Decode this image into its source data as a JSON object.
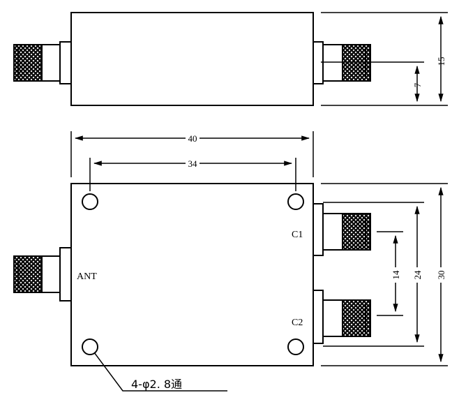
{
  "top_view": {
    "dimensions": {
      "height": "15",
      "port_offset": "7"
    }
  },
  "front_view": {
    "dimensions": {
      "width": "40",
      "hole_pitch_x": "34",
      "height": "30",
      "port_pitch_outer": "24",
      "port_pitch_inner": "14"
    },
    "labels": {
      "input_port": "ANT",
      "port_c1": "C1",
      "port_c2": "C2"
    },
    "note": "4-φ2. 8通"
  }
}
